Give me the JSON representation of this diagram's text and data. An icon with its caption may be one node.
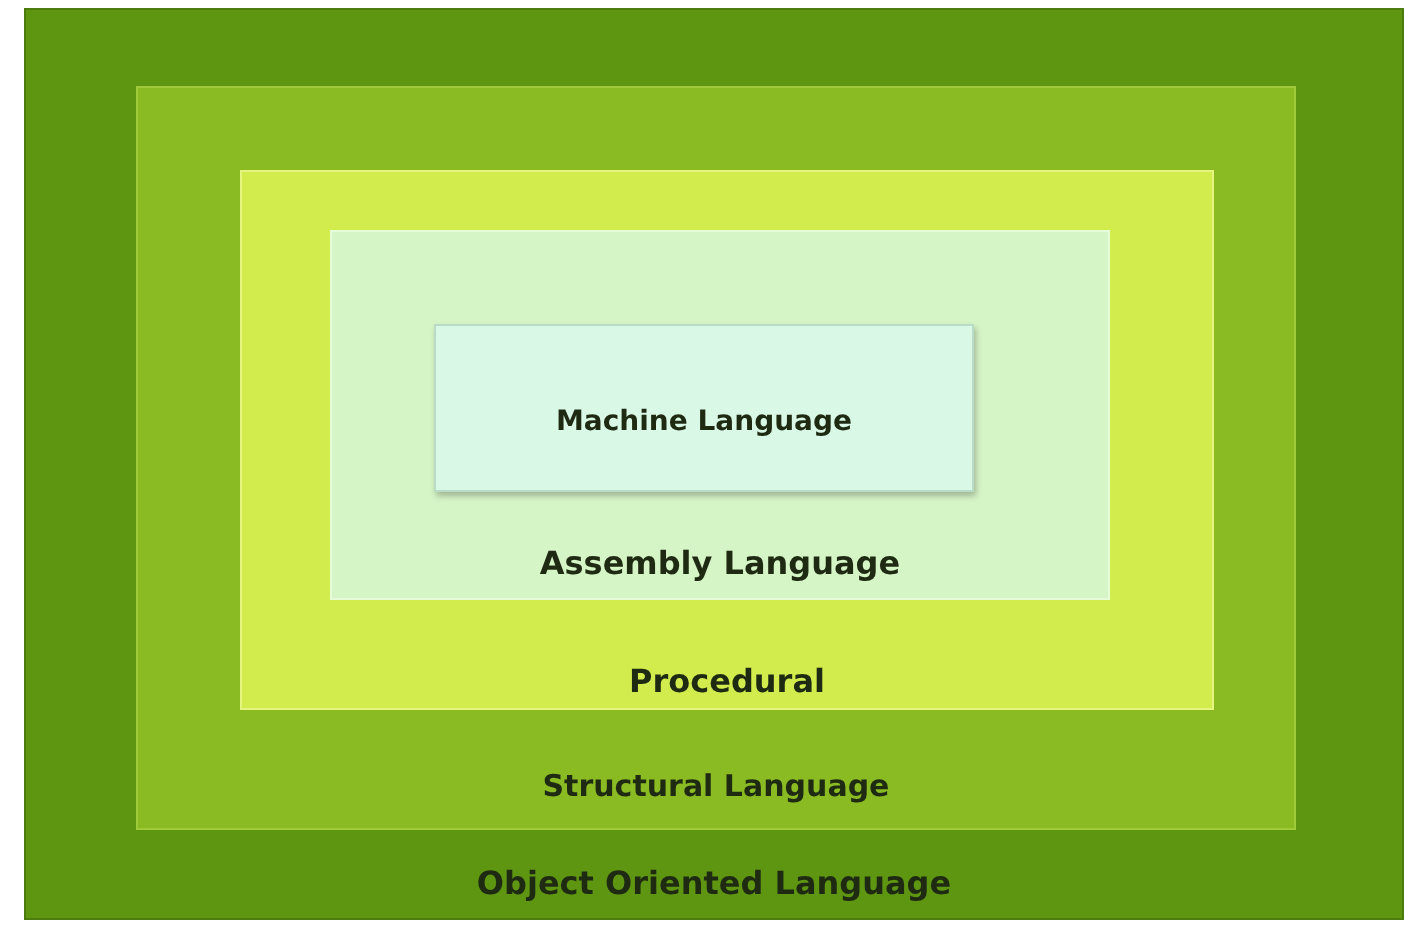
{
  "diagram": {
    "nodes": [
      {
        "text": [
          "Object Oriented Language"
        ]
      },
      {
        "text": [
          "Structural Language"
        ],
        "in": 0
      },
      {
        "text": [
          "Procedural"
        ],
        "in": 1
      },
      {
        "text": [
          "Assembly Language"
        ],
        "in": 2
      },
      {
        "text": [
          "Machine Language"
        ],
        "in": 3
      }
    ]
  }
}
